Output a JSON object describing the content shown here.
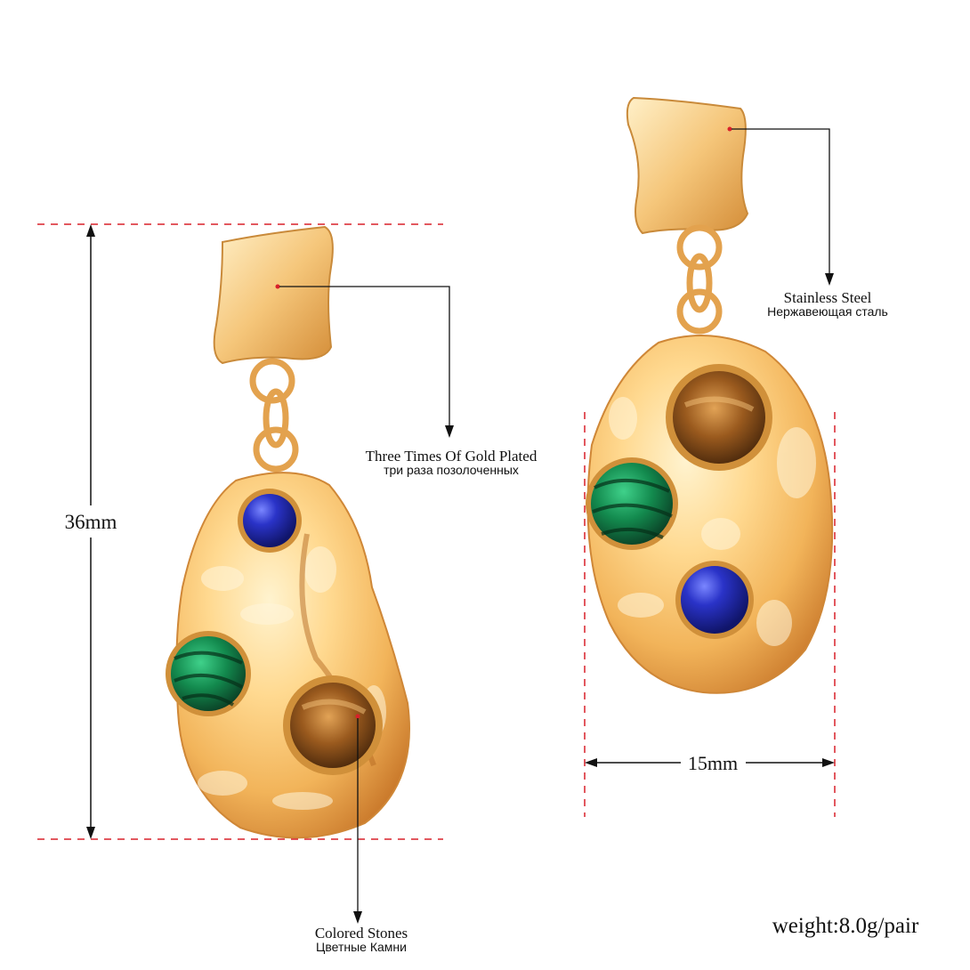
{
  "dimensions": {
    "height": "36mm",
    "width": "15mm"
  },
  "callouts": {
    "gold": {
      "en": "Three Times Of Gold Plated",
      "ru": "три раза позолоченных"
    },
    "steel": {
      "en": "Stainless Steel",
      "ru": "Нержавеющая сталь"
    },
    "stones": {
      "en": "Colored Stones",
      "ru": "Цветные Камни"
    }
  },
  "weight": "weight:8.0g/pair",
  "colors": {
    "gold_light": "#ffe7b0",
    "gold_mid": "#f2b45a",
    "gold_dark": "#c9782a",
    "lapis": "#2a33c8",
    "malachite": "#138a4e",
    "tiger_eye": "#9a5a1e",
    "guide_red": "#d9202a"
  },
  "icons": {
    "left_earring": "earring-drop-icon",
    "right_earring": "earring-oval-icon"
  }
}
